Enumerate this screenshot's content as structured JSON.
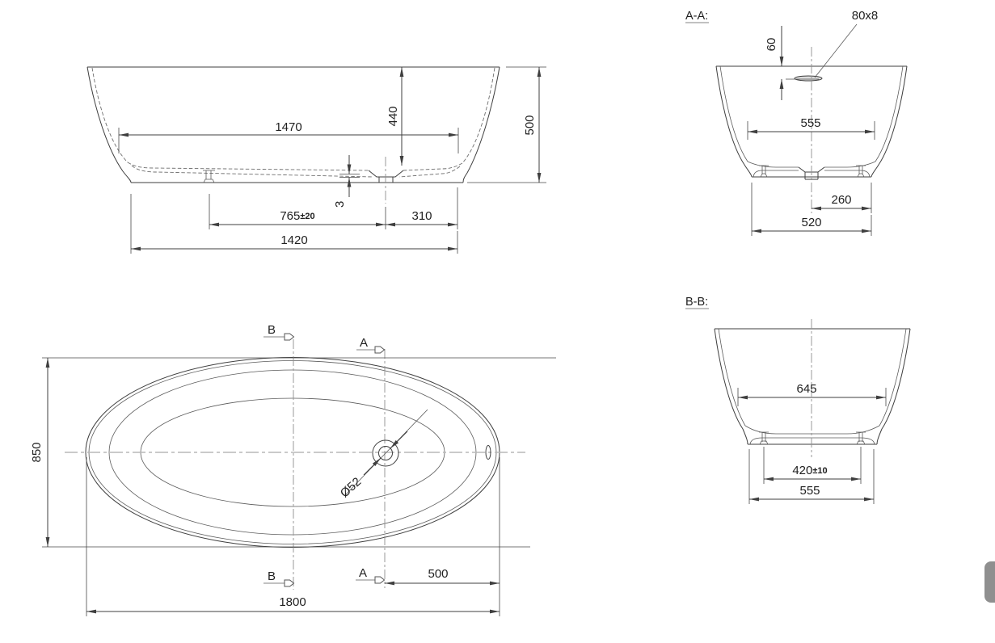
{
  "side_view": {
    "dims": {
      "inner_length": "1470",
      "inner_depth": "440",
      "overall_height": "500",
      "foot_to_drain": {
        "value": "765",
        "tol": "±20"
      },
      "bottom_slope": "3",
      "drain_to_end": "310",
      "base_length": "1420"
    }
  },
  "section_aa": {
    "label": "A-A:",
    "dims": {
      "overflow_below_rim": "60",
      "overflow_slot": "80x8",
      "inner_width": "555",
      "center_to_base_edge": "260",
      "base_width": "520"
    }
  },
  "section_bb": {
    "label": "B-B:",
    "dims": {
      "inner_width": "645",
      "feet_spacing": {
        "value": "420",
        "tol": "±10"
      },
      "base_width": "555"
    }
  },
  "plan_view": {
    "markers": {
      "a": "A",
      "b": "B"
    },
    "dims": {
      "overall_width": "850",
      "overall_length": "1800",
      "drain_diameter": "Ø52",
      "drain_to_end": "500"
    }
  },
  "colors": {
    "line": "#3f3f3f",
    "centerline": "#909090",
    "scrollbar": "#8f8f8f"
  }
}
